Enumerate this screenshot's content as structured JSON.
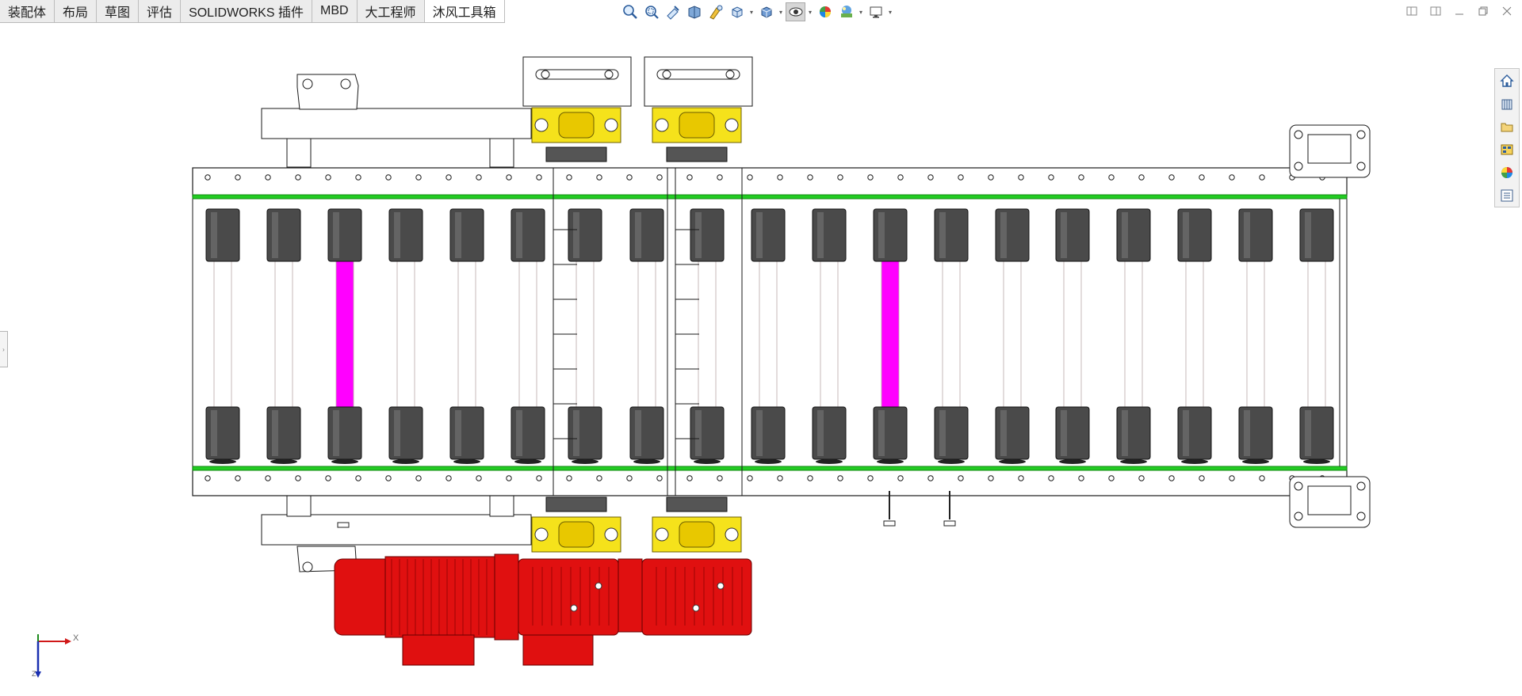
{
  "window": {
    "tabs": [
      {
        "label": "装配体"
      },
      {
        "label": "布局"
      },
      {
        "label": "草图"
      },
      {
        "label": "评估"
      },
      {
        "label": "SOLIDWORKS 插件"
      },
      {
        "label": "MBD"
      },
      {
        "label": "大工程师"
      },
      {
        "label": "沐风工具箱",
        "active": true
      }
    ]
  },
  "heads_up_toolbar": {
    "tools": [
      "zoom-to-fit-icon",
      "zoom-to-area-icon",
      "previous-view-icon",
      "section-view-icon",
      "dynamic-annotation-icon",
      "view-orientation-icon",
      "display-style-icon",
      "hide-show-items-icon",
      "edit-appearance-icon",
      "apply-scene-icon",
      "view-settings-icon"
    ]
  },
  "task_pane": {
    "items": [
      "home-icon",
      "design-library-icon",
      "file-explorer-icon",
      "view-palette-icon",
      "appearances-icon",
      "custom-properties-icon"
    ]
  },
  "triad": {
    "x_label": "X",
    "z_label": "Z"
  },
  "colors": {
    "roller": "#4a4a4a",
    "driven_roller": "#ff00ff",
    "belt_guide": "#22cc22",
    "bearing": "#f5e21b",
    "motor": "#e01010",
    "frame_line": "#1a1a1a"
  }
}
